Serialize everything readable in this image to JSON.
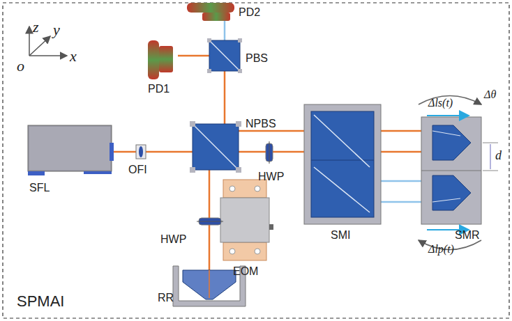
{
  "diagram": {
    "labels": [
      "z",
      "y",
      "o",
      "x",
      "PD2",
      "PBS",
      "PD1",
      "NPBS",
      "SFL",
      "OFI",
      "HWP",
      "SMI",
      "Δls(t)",
      "Δθ",
      "d",
      "SMR",
      "Δlp(t)",
      "HWP",
      "EOM",
      "RR",
      "SPMAI"
    ]
  }
}
